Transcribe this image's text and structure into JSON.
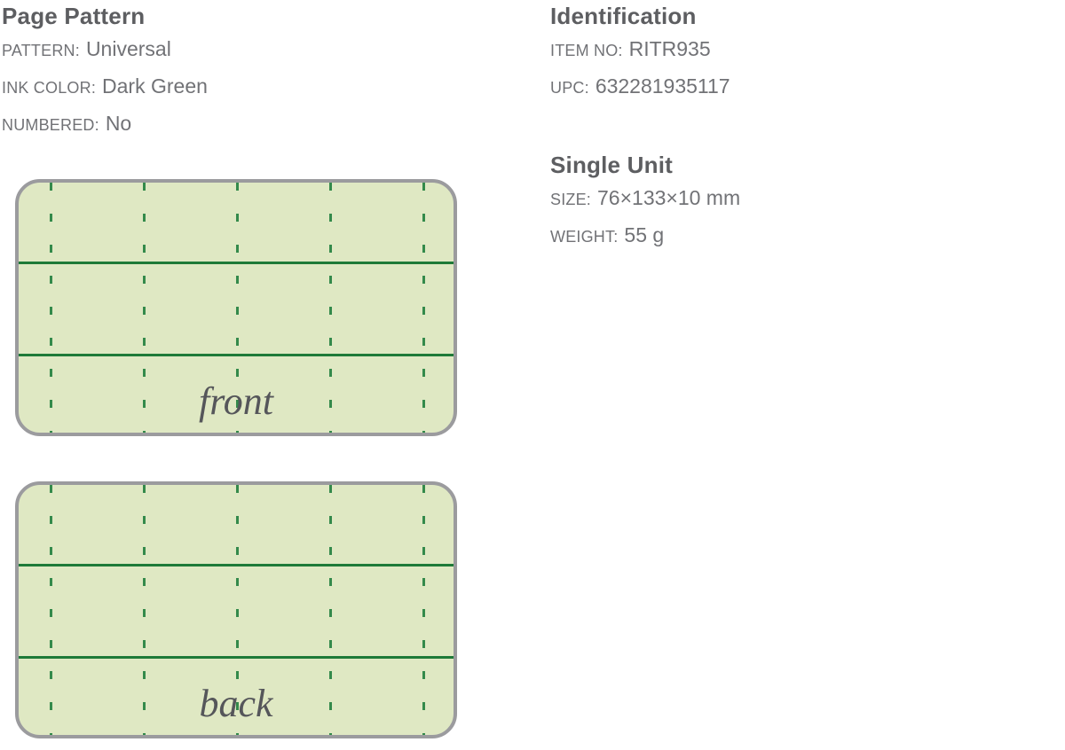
{
  "colors": {
    "card_background": "#dfe8c3",
    "card_border": "#9b9b9e",
    "ink_solid_green": "#1e7a38",
    "ink_dash_green": "#348a4b",
    "text_gray": "#717276",
    "heading_gray": "#5d5e61"
  },
  "page_pattern": {
    "title": "Page Pattern",
    "rows": [
      {
        "label": "PATTERN:",
        "value": "Universal"
      },
      {
        "label": "INK COLOR:",
        "value": "Dark Green"
      },
      {
        "label": "NUMBERED:",
        "value": "No"
      }
    ],
    "front_label": "front",
    "back_label": "back"
  },
  "identification": {
    "title": "Identification",
    "rows": [
      {
        "label": "ITEM NO:",
        "value": "RITR935"
      },
      {
        "label": "UPC:",
        "value": "632281935117"
      }
    ]
  },
  "single_unit": {
    "title": "Single Unit",
    "rows": [
      {
        "label": "SIZE:",
        "value": "76×133×10 mm"
      },
      {
        "label": "WEIGHT:",
        "value": "55 g"
      }
    ]
  }
}
